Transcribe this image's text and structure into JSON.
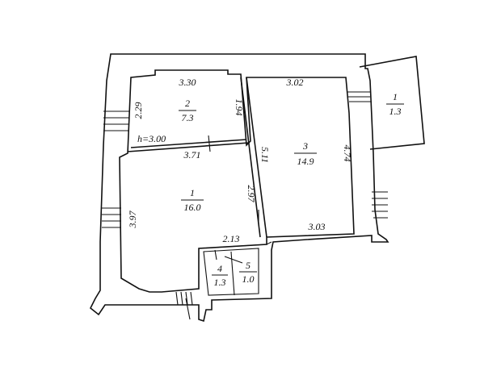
{
  "rooms": [
    {
      "id": "1",
      "number": "1",
      "area": "16.0"
    },
    {
      "id": "2",
      "number": "2",
      "area": "7.3"
    },
    {
      "id": "3",
      "number": "3",
      "area": "14.9"
    },
    {
      "id": "4",
      "number": "4",
      "area": "1.3"
    },
    {
      "id": "5",
      "number": "5",
      "area": "1.0"
    },
    {
      "id": "balcony",
      "number": "1",
      "area": "1.3"
    }
  ],
  "dimensions": {
    "room2_top": "3.30",
    "room2_left": "2.29",
    "room2_right": "1.94",
    "ceiling_height": "h=3.00",
    "room1_top": "3.71",
    "room1_left": "3.97",
    "room1_right": "2.97",
    "room1_bottom": "2.13",
    "room3_top": "3.02",
    "room3_left": "5.11",
    "room3_right": "4.74",
    "room3_bottom": "3.03"
  }
}
